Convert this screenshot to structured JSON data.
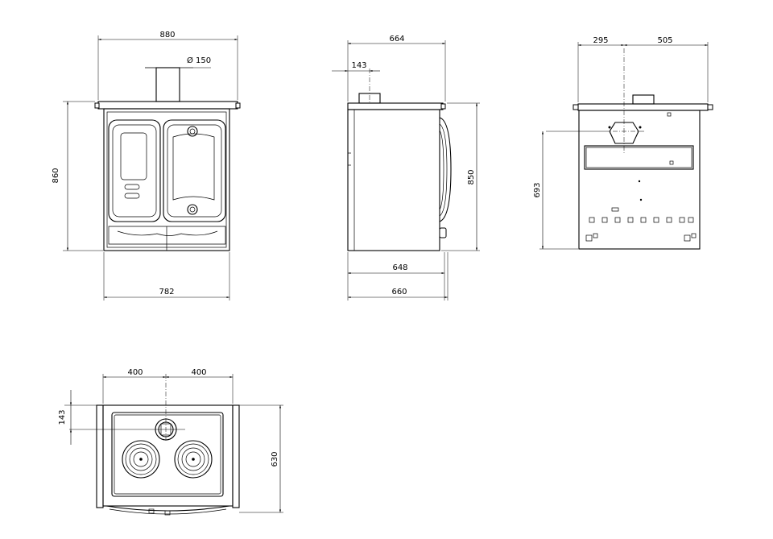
{
  "dimensions": {
    "front": {
      "width_top": "880",
      "flue_diameter": "Ø 150",
      "height": "860",
      "width_bottom": "782"
    },
    "side": {
      "depth_top": "664",
      "flue_offset": "143",
      "height": "850",
      "depth_inner": "648",
      "depth_bottom": "660"
    },
    "rear": {
      "left_offset": "295",
      "right_offset": "505",
      "flue_height": "693"
    },
    "top": {
      "left_width": "400",
      "right_width": "400",
      "flue_offset": "143",
      "depth": "630"
    }
  }
}
